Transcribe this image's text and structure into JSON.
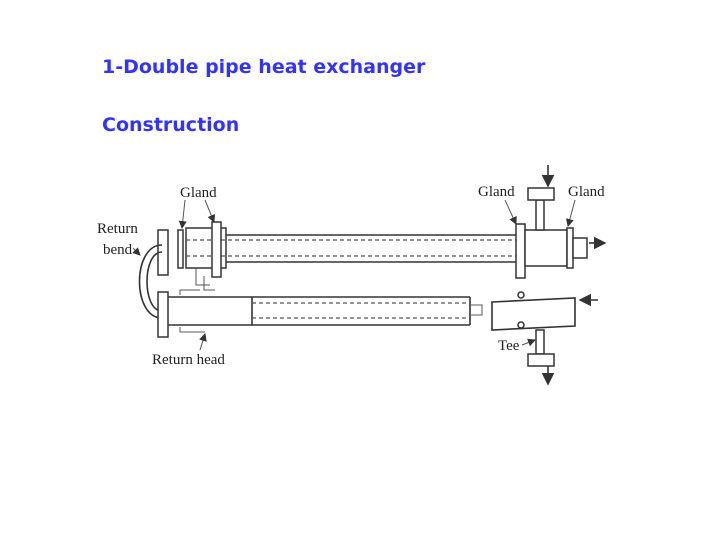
{
  "slide": {
    "title": "1-Double pipe heat exchanger",
    "subtitle": "Construction",
    "title_color": "#3333ff"
  },
  "diagram": {
    "labels": {
      "gland_left": "Gland",
      "return_bend_1": "Return",
      "return_bend_2": "bend",
      "gland_right_1": "Gland",
      "gland_right_2": "Gland",
      "return_head": "Return head",
      "tee": "Tee"
    }
  }
}
